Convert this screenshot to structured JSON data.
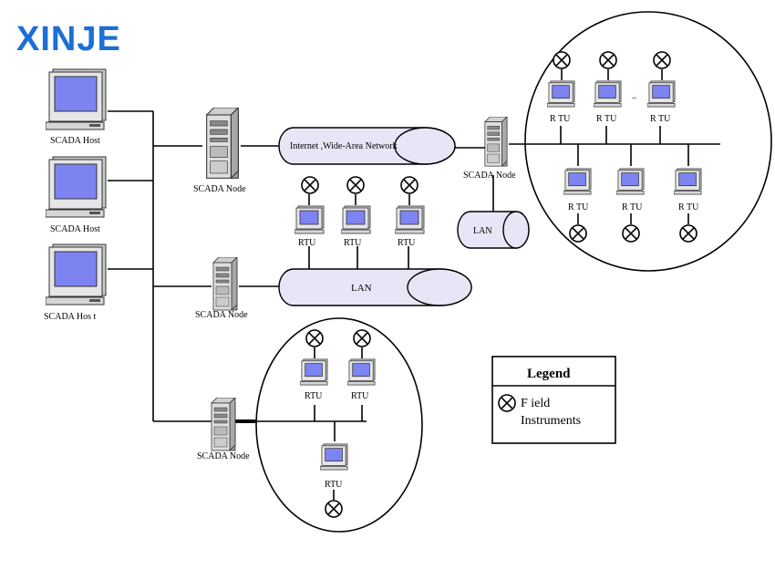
{
  "brand": {
    "logo_text": "XINJE",
    "color": "#1b6fd6"
  },
  "hosts": [
    {
      "label": "SCADA Host"
    },
    {
      "label": "SCADA Host"
    },
    {
      "label": "SCADA Hos t"
    }
  ],
  "nodes": [
    {
      "label": "SCADA Node"
    },
    {
      "label": "SCADA Node"
    },
    {
      "label": "SCADA  Node"
    },
    {
      "label": "SCADA Node"
    }
  ],
  "networks": {
    "wan": "Internet ,Wide-Area Network",
    "lan_main": "LAN",
    "lan_small": "LAN"
  },
  "rtu_label": "RTU",
  "rtu_label_spaced": "R TU",
  "ellipsis": "..",
  "legend": {
    "title": "Legend",
    "line1": "F ield",
    "line2": "Instruments"
  },
  "colors": {
    "screen": "#7d83f0",
    "monitor": "#e6e6e6",
    "cylinder": "#e8e6f6"
  }
}
